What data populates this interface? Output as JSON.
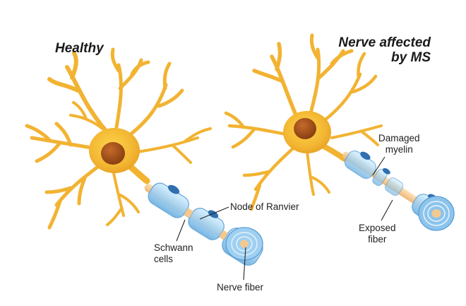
{
  "titles": {
    "healthy": "Healthy",
    "ms_line1": "Nerve affected",
    "ms_line2": "by MS"
  },
  "labels": {
    "node_of_ranvier": "Node of Ranvier",
    "schwann_line1": "Schwann",
    "schwann_line2": "cells",
    "nerve_fiber": "Nerve fiber",
    "damaged_line1": "Damaged",
    "damaged_line2": "myelin",
    "exposed_line1": "Exposed",
    "exposed_line2": "fiber"
  },
  "colors": {
    "dendrite": "#f2b332",
    "nucleus": "#a8541e",
    "myelin": "#a9d6f2",
    "myelin_edge": "#5a9fd4",
    "axon": "#f4c98e",
    "schwann_nucleus": "#2f6fb0",
    "text": "#1f1f1f"
  }
}
